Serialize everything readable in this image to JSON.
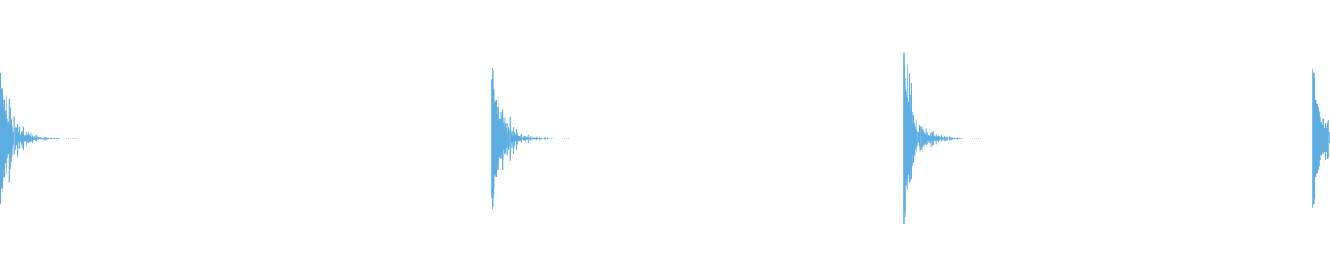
{
  "waveform": {
    "color": "#5DADE2",
    "background": "#FFFFFF",
    "bursts": [
      {
        "index": 1,
        "peak_amplitude": 0.8,
        "decay": "fast",
        "partially_clipped_left": true
      },
      {
        "index": 2,
        "peak_amplitude": 0.85,
        "decay": "fast"
      },
      {
        "index": 3,
        "peak_amplitude": 0.86,
        "decay": "fast"
      },
      {
        "index": 4,
        "peak_amplitude": 0.82,
        "decay": "fast",
        "partially_clipped_right": true
      }
    ]
  }
}
